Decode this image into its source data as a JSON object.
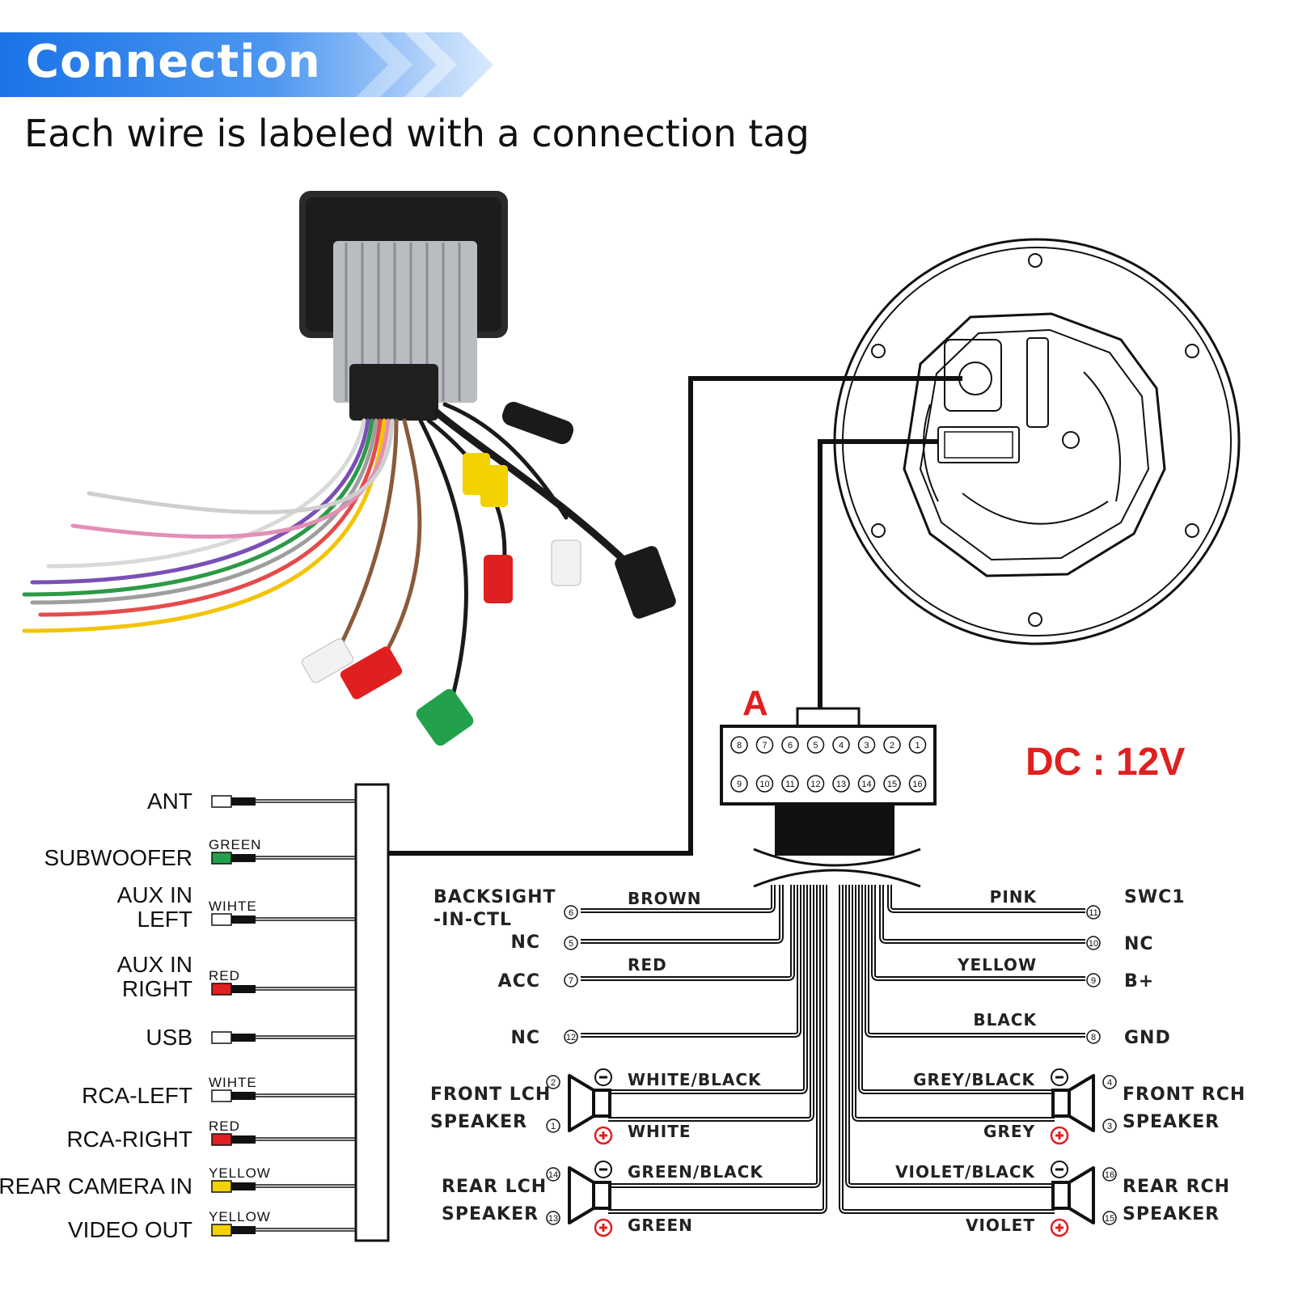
{
  "header": {
    "title": "Connection",
    "subtitle": "Each wire is labeled with a connection tag",
    "accent_color": "#1a73e8"
  },
  "connector": {
    "label": "A",
    "voltage": "DC : 12V",
    "label_color": "#e02020",
    "top_row_pins": [
      "8",
      "7",
      "6",
      "5",
      "4",
      "3",
      "2",
      "1"
    ],
    "bottom_row_pins": [
      "9",
      "10",
      "11",
      "12",
      "13",
      "14",
      "15",
      "16"
    ]
  },
  "rca_cables": [
    {
      "name": "ANT",
      "tag": "",
      "color": "#ffffff"
    },
    {
      "name": "SUBWOOFER",
      "tag": "GREEN",
      "color": "#22a04a"
    },
    {
      "name": "AUX IN\nLEFT",
      "line1": "AUX IN",
      "line2": "LEFT",
      "tag": "WIHTE",
      "color": "#ffffff"
    },
    {
      "name": "AUX IN\nRIGHT",
      "line1": "AUX IN",
      "line2": "RIGHT",
      "tag": "RED",
      "color": "#e02020"
    },
    {
      "name": "USB",
      "tag": "",
      "color": "#ffffff"
    },
    {
      "name": "RCA-LEFT",
      "tag": "WIHTE",
      "color": "#ffffff"
    },
    {
      "name": "RCA-RIGHT",
      "tag": "RED",
      "color": "#e02020"
    },
    {
      "name": "REAR CAMERA IN",
      "tag": "YELLOW",
      "color": "#f2d200"
    },
    {
      "name": "VIDEO OUT",
      "tag": "YELLOW",
      "color": "#f2d200"
    }
  ],
  "left_wires": [
    {
      "function_line1": "BACKSIGHT",
      "function_line2": "-IN-CTL",
      "color_label": "BROWN",
      "pin": "6"
    },
    {
      "function": "NC",
      "color_label": "",
      "pin": "5"
    },
    {
      "function": "ACC",
      "color_label": "RED",
      "pin": "7"
    },
    {
      "function": "NC",
      "color_label": "",
      "pin": "12"
    }
  ],
  "right_wires": [
    {
      "function": "SWC1",
      "color_label": "PINK",
      "pin": "11"
    },
    {
      "function": "NC",
      "color_label": "",
      "pin": "10"
    },
    {
      "function": "B+",
      "color_label": "YELLOW",
      "pin": "9"
    },
    {
      "function": "GND",
      "color_label": "BLACK",
      "pin": "8"
    }
  ],
  "speakers": {
    "front_left": {
      "line1": "FRONT LCH",
      "line2": "SPEAKER",
      "neg_label": "WHITE/BLACK",
      "pos_label": "WHITE",
      "neg_pin": "2",
      "pos_pin": "1"
    },
    "rear_left": {
      "line1": "REAR LCH",
      "line2": "SPEAKER",
      "neg_label": "GREEN/BLACK",
      "pos_label": "GREEN",
      "neg_pin": "14",
      "pos_pin": "13"
    },
    "front_right": {
      "line1": "FRONT RCH",
      "line2": "SPEAKER",
      "neg_label": "GREY/BLACK",
      "pos_label": "GREY",
      "neg_pin": "4",
      "pos_pin": "3"
    },
    "rear_right": {
      "line1": "REAR RCH",
      "line2": "SPEAKER",
      "neg_label": "VIOLET/BLACK",
      "pos_label": "VIOLET",
      "neg_pin": "16",
      "pos_pin": "15"
    }
  }
}
